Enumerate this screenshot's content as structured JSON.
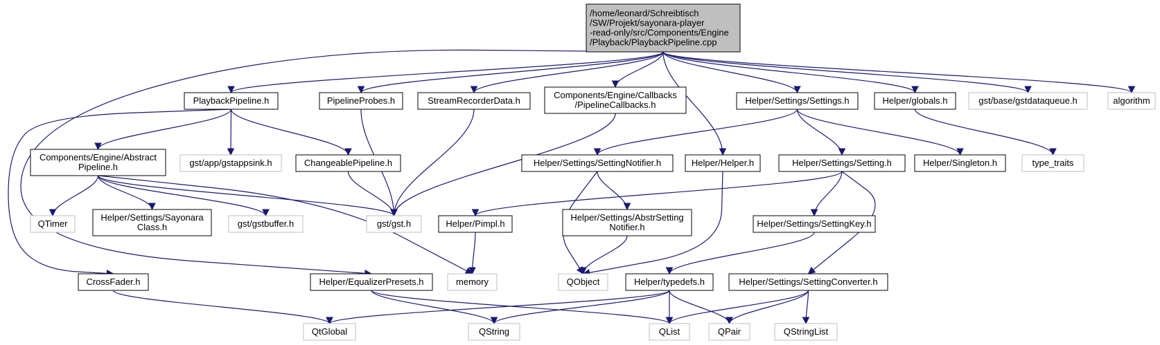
{
  "diagram": {
    "edge_color": "#191970",
    "root_fill": "#bfbfbf",
    "external_border": "#bfbfbf",
    "nodes": [
      {
        "id": "root",
        "kind": "root",
        "lines": [
          "/home/leonard/Schreibtisch",
          "/SW/Projekt/sayonara-player",
          "-read-only/src/Components/Engine",
          "/Playback/PlaybackPipeline.cpp"
        ]
      },
      {
        "id": "playbackpipeline_h",
        "kind": "doc",
        "lines": [
          "PlaybackPipeline.h"
        ]
      },
      {
        "id": "pipelineprobes_h",
        "kind": "doc",
        "lines": [
          "PipelineProbes.h"
        ]
      },
      {
        "id": "streamrecorderdata_h",
        "kind": "doc",
        "lines": [
          "StreamRecorderData.h"
        ]
      },
      {
        "id": "pipelinecallbacks_h",
        "kind": "doc",
        "lines": [
          "Components/Engine/Callbacks",
          "/PipelineCallbacks.h"
        ]
      },
      {
        "id": "settings_h",
        "kind": "doc",
        "lines": [
          "Helper/Settings/Settings.h"
        ]
      },
      {
        "id": "globals_h",
        "kind": "doc",
        "lines": [
          "Helper/globals.h"
        ]
      },
      {
        "id": "gstdataqueue_h",
        "kind": "ext",
        "lines": [
          "gst/base/gstdataqueue.h"
        ]
      },
      {
        "id": "algorithm",
        "kind": "ext",
        "lines": [
          "algorithm"
        ]
      },
      {
        "id": "abstractpipeline_h",
        "kind": "doc",
        "lines": [
          "Components/Engine/Abstract",
          "Pipeline.h"
        ]
      },
      {
        "id": "gstappsink_h",
        "kind": "ext",
        "lines": [
          "gst/app/gstappsink.h"
        ]
      },
      {
        "id": "changeablepipeline_h",
        "kind": "doc",
        "lines": [
          "ChangeablePipeline.h"
        ]
      },
      {
        "id": "settingnotifier_h",
        "kind": "doc",
        "lines": [
          "Helper/Settings/SettingNotifier.h"
        ]
      },
      {
        "id": "helper_h",
        "kind": "doc",
        "lines": [
          "Helper/Helper.h"
        ]
      },
      {
        "id": "setting_h",
        "kind": "doc",
        "lines": [
          "Helper/Settings/Setting.h"
        ]
      },
      {
        "id": "singleton_h",
        "kind": "doc",
        "lines": [
          "Helper/Singleton.h"
        ]
      },
      {
        "id": "type_traits",
        "kind": "ext",
        "lines": [
          "type_traits"
        ]
      },
      {
        "id": "qtimer",
        "kind": "ext",
        "lines": [
          "QTimer"
        ]
      },
      {
        "id": "sayonaraclass_h",
        "kind": "doc",
        "lines": [
          "Helper/Settings/Sayonara",
          "Class.h"
        ]
      },
      {
        "id": "gstbuffer_h",
        "kind": "ext",
        "lines": [
          "gst/gstbuffer.h"
        ]
      },
      {
        "id": "gst_h",
        "kind": "ext",
        "lines": [
          "gst/gst.h"
        ]
      },
      {
        "id": "pimpl_h",
        "kind": "doc",
        "lines": [
          "Helper/Pimpl.h"
        ]
      },
      {
        "id": "abstrsettingnotifier_h",
        "kind": "doc",
        "lines": [
          "Helper/Settings/AbstrSetting",
          "Notifier.h"
        ]
      },
      {
        "id": "settingkey_h",
        "kind": "doc",
        "lines": [
          "Helper/Settings/SettingKey.h"
        ]
      },
      {
        "id": "crossfader_h",
        "kind": "doc",
        "lines": [
          "CrossFader.h"
        ]
      },
      {
        "id": "equalizerpresets_h",
        "kind": "doc",
        "lines": [
          "Helper/EqualizerPresets.h"
        ]
      },
      {
        "id": "memory",
        "kind": "ext",
        "lines": [
          "memory"
        ]
      },
      {
        "id": "qobject",
        "kind": "ext",
        "lines": [
          "QObject"
        ]
      },
      {
        "id": "typedefs_h",
        "kind": "doc",
        "lines": [
          "Helper/typedefs.h"
        ]
      },
      {
        "id": "settingconverter_h",
        "kind": "doc",
        "lines": [
          "Helper/Settings/SettingConverter.h"
        ]
      },
      {
        "id": "qtglobal",
        "kind": "ext",
        "lines": [
          "QtGlobal"
        ]
      },
      {
        "id": "qstring",
        "kind": "ext",
        "lines": [
          "QString"
        ]
      },
      {
        "id": "qlist",
        "kind": "ext",
        "lines": [
          "QList"
        ]
      },
      {
        "id": "qpair",
        "kind": "ext",
        "lines": [
          "QPair"
        ]
      },
      {
        "id": "qstringlist",
        "kind": "ext",
        "lines": [
          "QStringList"
        ]
      }
    ],
    "edges": [
      [
        "root",
        "playbackpipeline_h"
      ],
      [
        "root",
        "pipelineprobes_h"
      ],
      [
        "root",
        "streamrecorderdata_h"
      ],
      [
        "root",
        "pipelinecallbacks_h"
      ],
      [
        "root",
        "helper_h"
      ],
      [
        "root",
        "settings_h"
      ],
      [
        "root",
        "globals_h"
      ],
      [
        "root",
        "gstdataqueue_h"
      ],
      [
        "root",
        "algorithm"
      ],
      [
        "root",
        "equalizerpresets_h"
      ],
      [
        "playbackpipeline_h",
        "abstractpipeline_h"
      ],
      [
        "playbackpipeline_h",
        "gstappsink_h"
      ],
      [
        "playbackpipeline_h",
        "changeablepipeline_h"
      ],
      [
        "playbackpipeline_h",
        "crossfader_h"
      ],
      [
        "pipelineprobes_h",
        "gst_h"
      ],
      [
        "streamrecorderdata_h",
        "gst_h"
      ],
      [
        "pipelinecallbacks_h",
        "gst_h"
      ],
      [
        "settings_h",
        "settingnotifier_h"
      ],
      [
        "settings_h",
        "setting_h"
      ],
      [
        "settings_h",
        "singleton_h"
      ],
      [
        "globals_h",
        "type_traits"
      ],
      [
        "abstractpipeline_h",
        "qtimer"
      ],
      [
        "abstractpipeline_h",
        "sayonaraclass_h"
      ],
      [
        "abstractpipeline_h",
        "gstbuffer_h"
      ],
      [
        "abstractpipeline_h",
        "gst_h"
      ],
      [
        "abstractpipeline_h",
        "memory"
      ],
      [
        "changeablepipeline_h",
        "gst_h"
      ],
      [
        "settingnotifier_h",
        "abstrsettingnotifier_h"
      ],
      [
        "settingnotifier_h",
        "qobject"
      ],
      [
        "helper_h",
        "qobject"
      ],
      [
        "setting_h",
        "pimpl_h"
      ],
      [
        "setting_h",
        "settingkey_h"
      ],
      [
        "setting_h",
        "settingconverter_h"
      ],
      [
        "pimpl_h",
        "memory"
      ],
      [
        "abstrsettingnotifier_h",
        "qobject"
      ],
      [
        "settingkey_h",
        "typedefs_h"
      ],
      [
        "crossfader_h",
        "qtglobal"
      ],
      [
        "equalizerpresets_h",
        "qstring"
      ],
      [
        "equalizerpresets_h",
        "qlist"
      ],
      [
        "typedefs_h",
        "qtglobal"
      ],
      [
        "typedefs_h",
        "qstring"
      ],
      [
        "typedefs_h",
        "qlist"
      ],
      [
        "typedefs_h",
        "qpair"
      ],
      [
        "settingconverter_h",
        "qlist"
      ],
      [
        "settingconverter_h",
        "qpair"
      ],
      [
        "settingconverter_h",
        "qstringlist"
      ]
    ]
  }
}
